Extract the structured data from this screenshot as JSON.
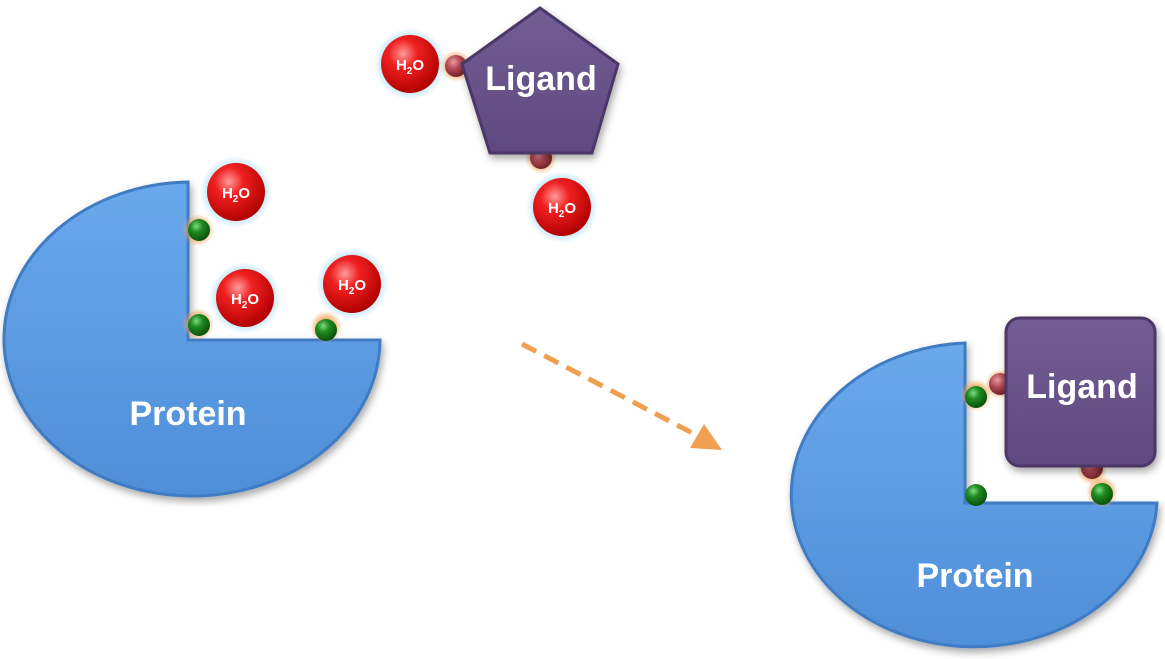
{
  "labels": {
    "protein_left": "Protein",
    "protein_right": "Protein",
    "ligand_free": "Ligand",
    "ligand_bound": "Ligand"
  },
  "water": {
    "main": "H",
    "sub": "2",
    "suffix": "O"
  },
  "colors": {
    "protein": "#5b9be3",
    "protein_edge": "#3f7bc4",
    "ligand": "#6a538a",
    "ligand_edge": "#4b3866",
    "water": "#e31010",
    "water_glow": "#8fd3f0",
    "site_protein": "#1f8a1f",
    "site_ligand": "#b44a55",
    "contact_glow": "#f0a050",
    "arrow": "#f0a050"
  }
}
